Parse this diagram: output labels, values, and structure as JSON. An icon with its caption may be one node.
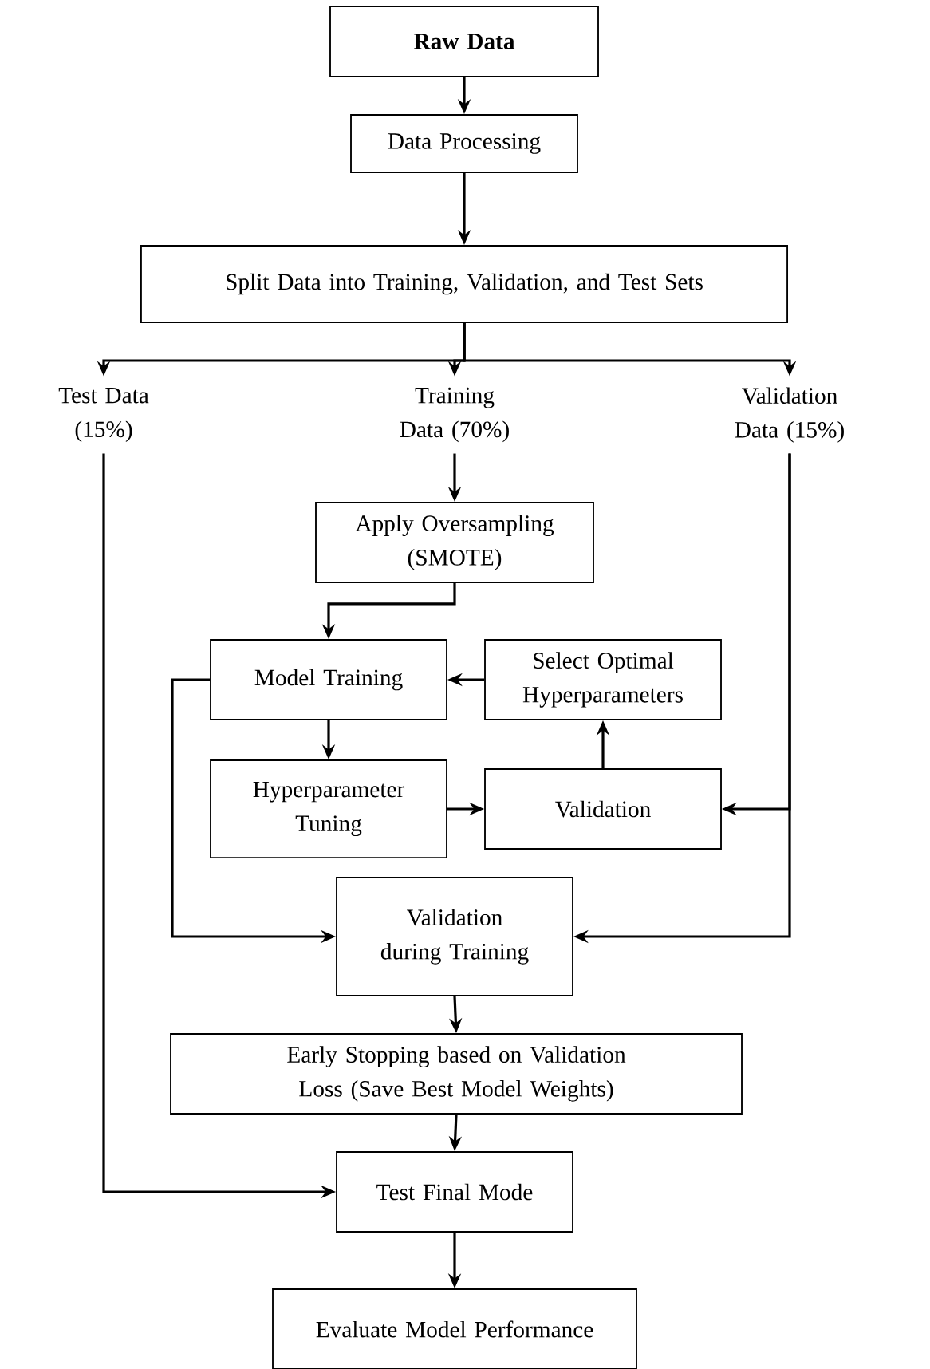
{
  "diagram": {
    "nodes": [
      {
        "text": [
          "Raw Data"
        ]
      },
      {
        "text": [
          "Data Processing"
        ]
      },
      {
        "text": [
          "Split Data into Training, Validation, and Test Sets"
        ]
      },
      {
        "text": [
          "Test Data (15%)"
        ]
      },
      {
        "text": [
          "Training Data (70%)"
        ]
      },
      {
        "text": [
          "Validation Data (15%)"
        ]
      },
      {
        "text": [
          "Apply Oversampling (SMOTE)"
        ]
      },
      {
        "text": [
          "Model Training"
        ]
      },
      {
        "text": [
          "Select Optimal Hyperparameters"
        ]
      },
      {
        "text": [
          "Hyperparameter Tuning"
        ]
      },
      {
        "text": [
          "Validation"
        ]
      },
      {
        "text": [
          "Validation during Training"
        ]
      },
      {
        "text": [
          "Early Stopping based on Validation Loss (Save Best Model Weights)"
        ]
      },
      {
        "text": [
          "Test Final Mode"
        ]
      },
      {
        "text": [
          "Evaluate Model Performance"
        ]
      }
    ],
    "edges": [
      {
        "from": 0,
        "to": 1,
        "arrow": "to"
      },
      {
        "from": 1,
        "to": 2,
        "arrow": "to"
      },
      {
        "from": 2,
        "to": 3,
        "arrow": "to"
      },
      {
        "from": 2,
        "to": 4,
        "arrow": "to"
      },
      {
        "from": 2,
        "to": 5,
        "arrow": "to"
      },
      {
        "from": 4,
        "to": 6,
        "arrow": "to"
      },
      {
        "from": 6,
        "to": 7,
        "arrow": "to"
      },
      {
        "from": 8,
        "to": 7,
        "arrow": "to"
      },
      {
        "from": 7,
        "to": 9,
        "arrow": "to"
      },
      {
        "from": 9,
        "to": 10,
        "arrow": "to"
      },
      {
        "from": 10,
        "to": 8,
        "arrow": "to"
      },
      {
        "from": 7,
        "to": 11,
        "arrow": "to"
      },
      {
        "from": 5,
        "to": 10,
        "arrow": "to"
      },
      {
        "from": 5,
        "to": 11,
        "arrow": "to"
      },
      {
        "from": 11,
        "to": 12,
        "arrow": "to"
      },
      {
        "from": 12,
        "to": 13,
        "arrow": "to"
      },
      {
        "from": 3,
        "to": 13,
        "arrow": "to"
      },
      {
        "from": 13,
        "to": 14,
        "arrow": "to"
      }
    ]
  }
}
